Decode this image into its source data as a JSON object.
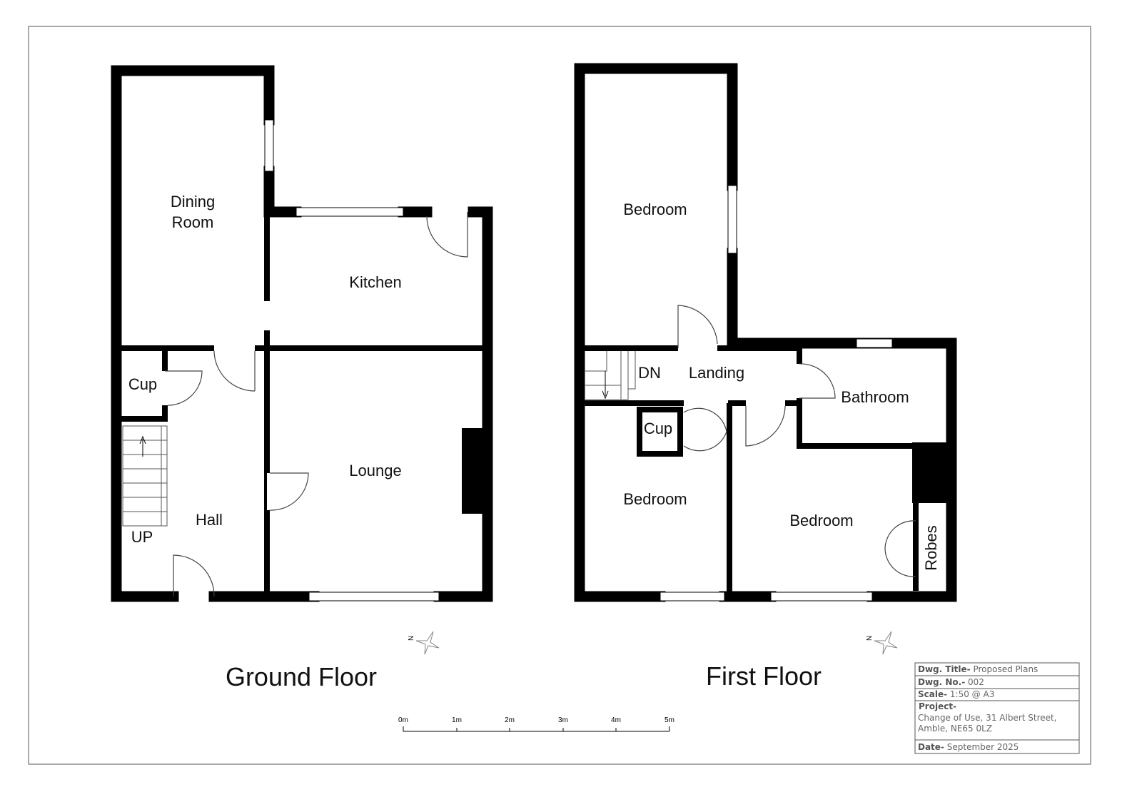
{
  "ground_floor": {
    "title": "Ground Floor",
    "rooms": {
      "dining_line1": "Dining",
      "dining_line2": "Room",
      "kitchen": "Kitchen",
      "cupboard": "Cup",
      "lounge": "Lounge",
      "hall": "Hall",
      "stairs": "UP"
    }
  },
  "first_floor": {
    "title": "First Floor",
    "rooms": {
      "bedroom_rear": "Bedroom",
      "stairs": "DN",
      "landing": "Landing",
      "bathroom": "Bathroom",
      "cupboard": "Cup",
      "bedroom_front_left": "Bedroom",
      "bedroom_front_right": "Bedroom",
      "robes": "Robes"
    }
  },
  "north_arrow": {
    "label": "N"
  },
  "scale_bar": {
    "ticks": [
      "0m",
      "1m",
      "2m",
      "3m",
      "4m",
      "5m"
    ]
  },
  "title_block": {
    "title_label": "Dwg. Title-",
    "title_value": "Proposed Plans",
    "number_label": "Dwg. No.-",
    "number_value": "002",
    "scale_label": "Scale-",
    "scale_value": "1:50 @ A3",
    "project_label": "Project-",
    "project_line1": "Change of Use, 31 Albert Street,",
    "project_line2": "Amble, NE65 0LZ",
    "date_label": "Date-",
    "date_value": "September 2025"
  }
}
